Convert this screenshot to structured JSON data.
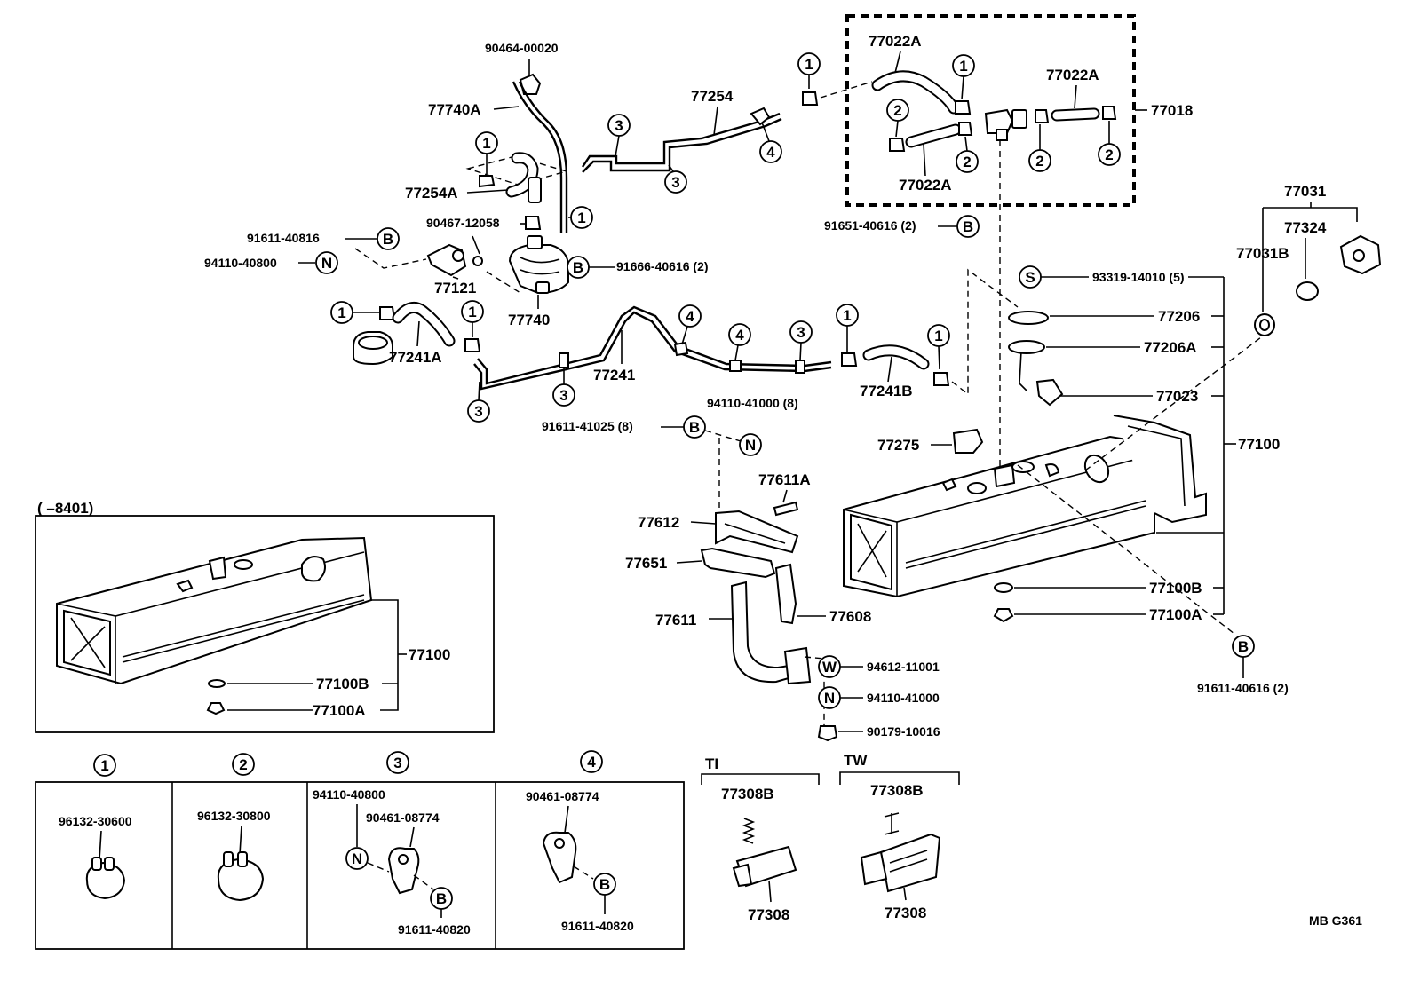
{
  "callout_numbers": {
    "one": "1",
    "two": "2",
    "three": "3",
    "four": "4"
  },
  "callout_letters": {
    "b": "B",
    "n": "N",
    "s": "S",
    "w": "W"
  },
  "parts": {
    "p90464_00020": "90464-00020",
    "p77740A": "77740A",
    "p77254": "77254",
    "p77254A": "77254A",
    "p90467_12058": "90467-12058",
    "p91611_40816": "91611-40816",
    "p94110_40800": "94110-40800",
    "p77121": "77121",
    "p91666_40616": "91666-40616 (2)",
    "p77740": "77740",
    "p77241A": "77241A",
    "p77241": "77241",
    "p77241B": "77241B",
    "p77022A": "77022A",
    "p77018": "77018",
    "p91651_40616": "91651-40616 (2)",
    "p77031": "77031",
    "p77324": "77324",
    "p77031B": "77031B",
    "p93319_14010": "93319-14010 (5)",
    "p77206": "77206",
    "p77206A": "77206A",
    "p77023": "77023",
    "p77100": "77100",
    "p94110_41000_8": "94110-41000 (8)",
    "p91611_41025": "91611-41025 (8)",
    "p77275": "77275",
    "p77611A": "77611A",
    "p77612": "77612",
    "p77651": "77651",
    "p77611": "77611",
    "p77608": "77608",
    "p94612_11001": "94612-11001",
    "p94110_41000": "94110-41000",
    "p90179_10016": "90179-10016",
    "p77100B": "77100B",
    "p77100A": "77100A",
    "p91611_40616": "91611-40616 (2)",
    "p96132_30600": "96132-30600",
    "p96132_30800": "96132-30800",
    "p90461_08774": "90461-08774",
    "p91611_40820": "91611-40820",
    "p77308B": "77308B",
    "p77308": "77308"
  },
  "inset_label": "(      –8401)",
  "variants": {
    "ti": "TI",
    "tw": "TW"
  },
  "drawing_code": "MB  G361"
}
